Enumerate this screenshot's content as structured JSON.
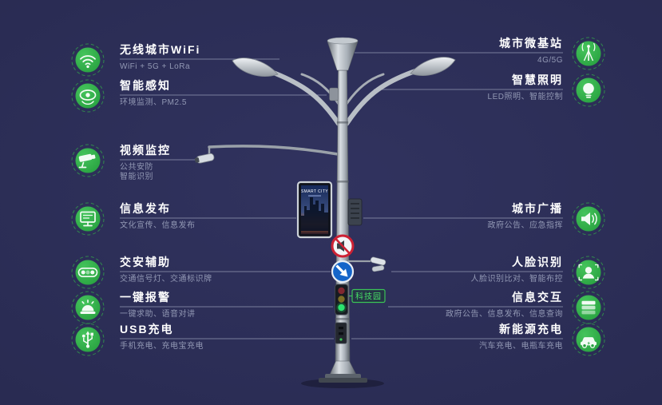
{
  "colors": {
    "background": "#292b52",
    "accent_green": "#33b149",
    "title_text": "#ffffff",
    "desc_text": "#9298b4",
    "connector_line": "#7e83a0",
    "sign_red": "#cd2134",
    "sign_blue": "#1565c9"
  },
  "left_features": [
    {
      "icon": "wifi-icon",
      "title": "无线城市WiFi",
      "desc": "WiFi + 5G + LoRa"
    },
    {
      "icon": "sensing-icon",
      "title": "智能感知",
      "desc": "环境监测、PM2.5"
    },
    {
      "icon": "cctv-icon",
      "title": "视频监控",
      "desc": "公共安防",
      "desc2": "智能识别"
    },
    {
      "icon": "display-icon",
      "title": "信息发布",
      "desc": "文化宣传、信息发布"
    },
    {
      "icon": "traffic-light-icon",
      "title": "交安辅助",
      "desc": "交通信号灯、交通标识牌"
    },
    {
      "icon": "alarm-icon",
      "title": "一键报警",
      "desc": "一键求助、语音对讲"
    },
    {
      "icon": "usb-icon",
      "title": "USB充电",
      "desc": "手机充电、充电宝充电"
    }
  ],
  "right_features": [
    {
      "icon": "antenna-icon",
      "title": "城市微基站",
      "desc": "4G/5G"
    },
    {
      "icon": "bulb-icon",
      "title": "智慧照明",
      "desc": "LED照明、智能控制"
    },
    {
      "icon": "speaker-icon",
      "title": "城市广播",
      "desc": "政府公告、应急指挥"
    },
    {
      "icon": "face-icon",
      "title": "人脸识别",
      "desc": "人脸识别比对、智能布控"
    },
    {
      "icon": "interaction-icon",
      "title": "信息交互",
      "desc": "政府公告、信息发布、信息查询"
    },
    {
      "icon": "ev-icon",
      "title": "新能源充电",
      "desc": "汽车充电、电瓶车充电"
    }
  ],
  "pole": {
    "screen_title": "SMART CITY",
    "park_label": "科技园"
  }
}
